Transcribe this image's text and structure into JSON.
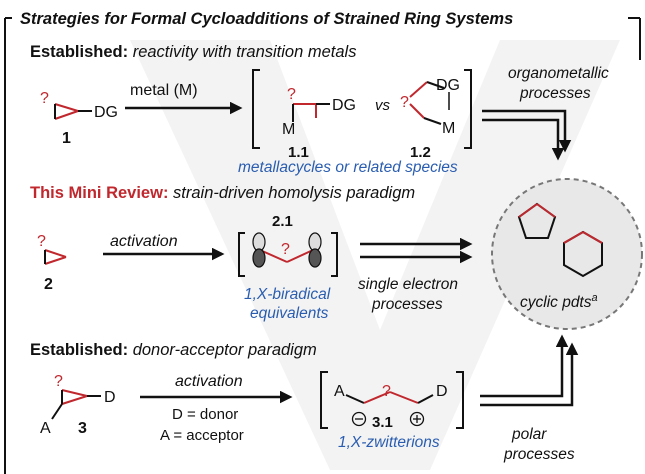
{
  "header": "Strategies for Formal Cycloadditions of Strained Ring Systems",
  "sec1": {
    "title_bold": "Established:",
    "title_italic": "reactivity with transition metals",
    "substrate": "1",
    "dg": "DG",
    "arrow_label": "metal (M)",
    "m": "M",
    "vs": "vs",
    "label_1_1": "1.1",
    "label_1_2": "1.2",
    "caption": "metallacycles or related species",
    "outcome_line1": "organometallic",
    "outcome_line2": "processes"
  },
  "sec2": {
    "title_bold": "This Mini Review:",
    "title_italic": "strain-driven homolysis paradigm",
    "substrate": "2",
    "arrow_label": "activation",
    "label": "2.1",
    "caption_line1": "1,X-biradical",
    "caption_line2": "equivalents",
    "outcome_line1": "single electron",
    "outcome_line2": "processes"
  },
  "sec3": {
    "title_bold": "Established:",
    "title_italic": "donor-acceptor paradigm",
    "substrate": "3",
    "a": "A",
    "d": "D",
    "arrow_label": "activation",
    "def_d": "D = donor",
    "def_a": "A = acceptor",
    "label": "3.1",
    "caption": "1,X-zwitterions",
    "outcome_line1": "polar",
    "outcome_line2": "processes"
  },
  "product": {
    "label": "cyclic pdts",
    "sup": "a"
  },
  "unknown_mark": "?",
  "colors": {
    "red": "#c0282e",
    "blue": "#2a5db0",
    "grey_fill": "#e8e8e8"
  }
}
